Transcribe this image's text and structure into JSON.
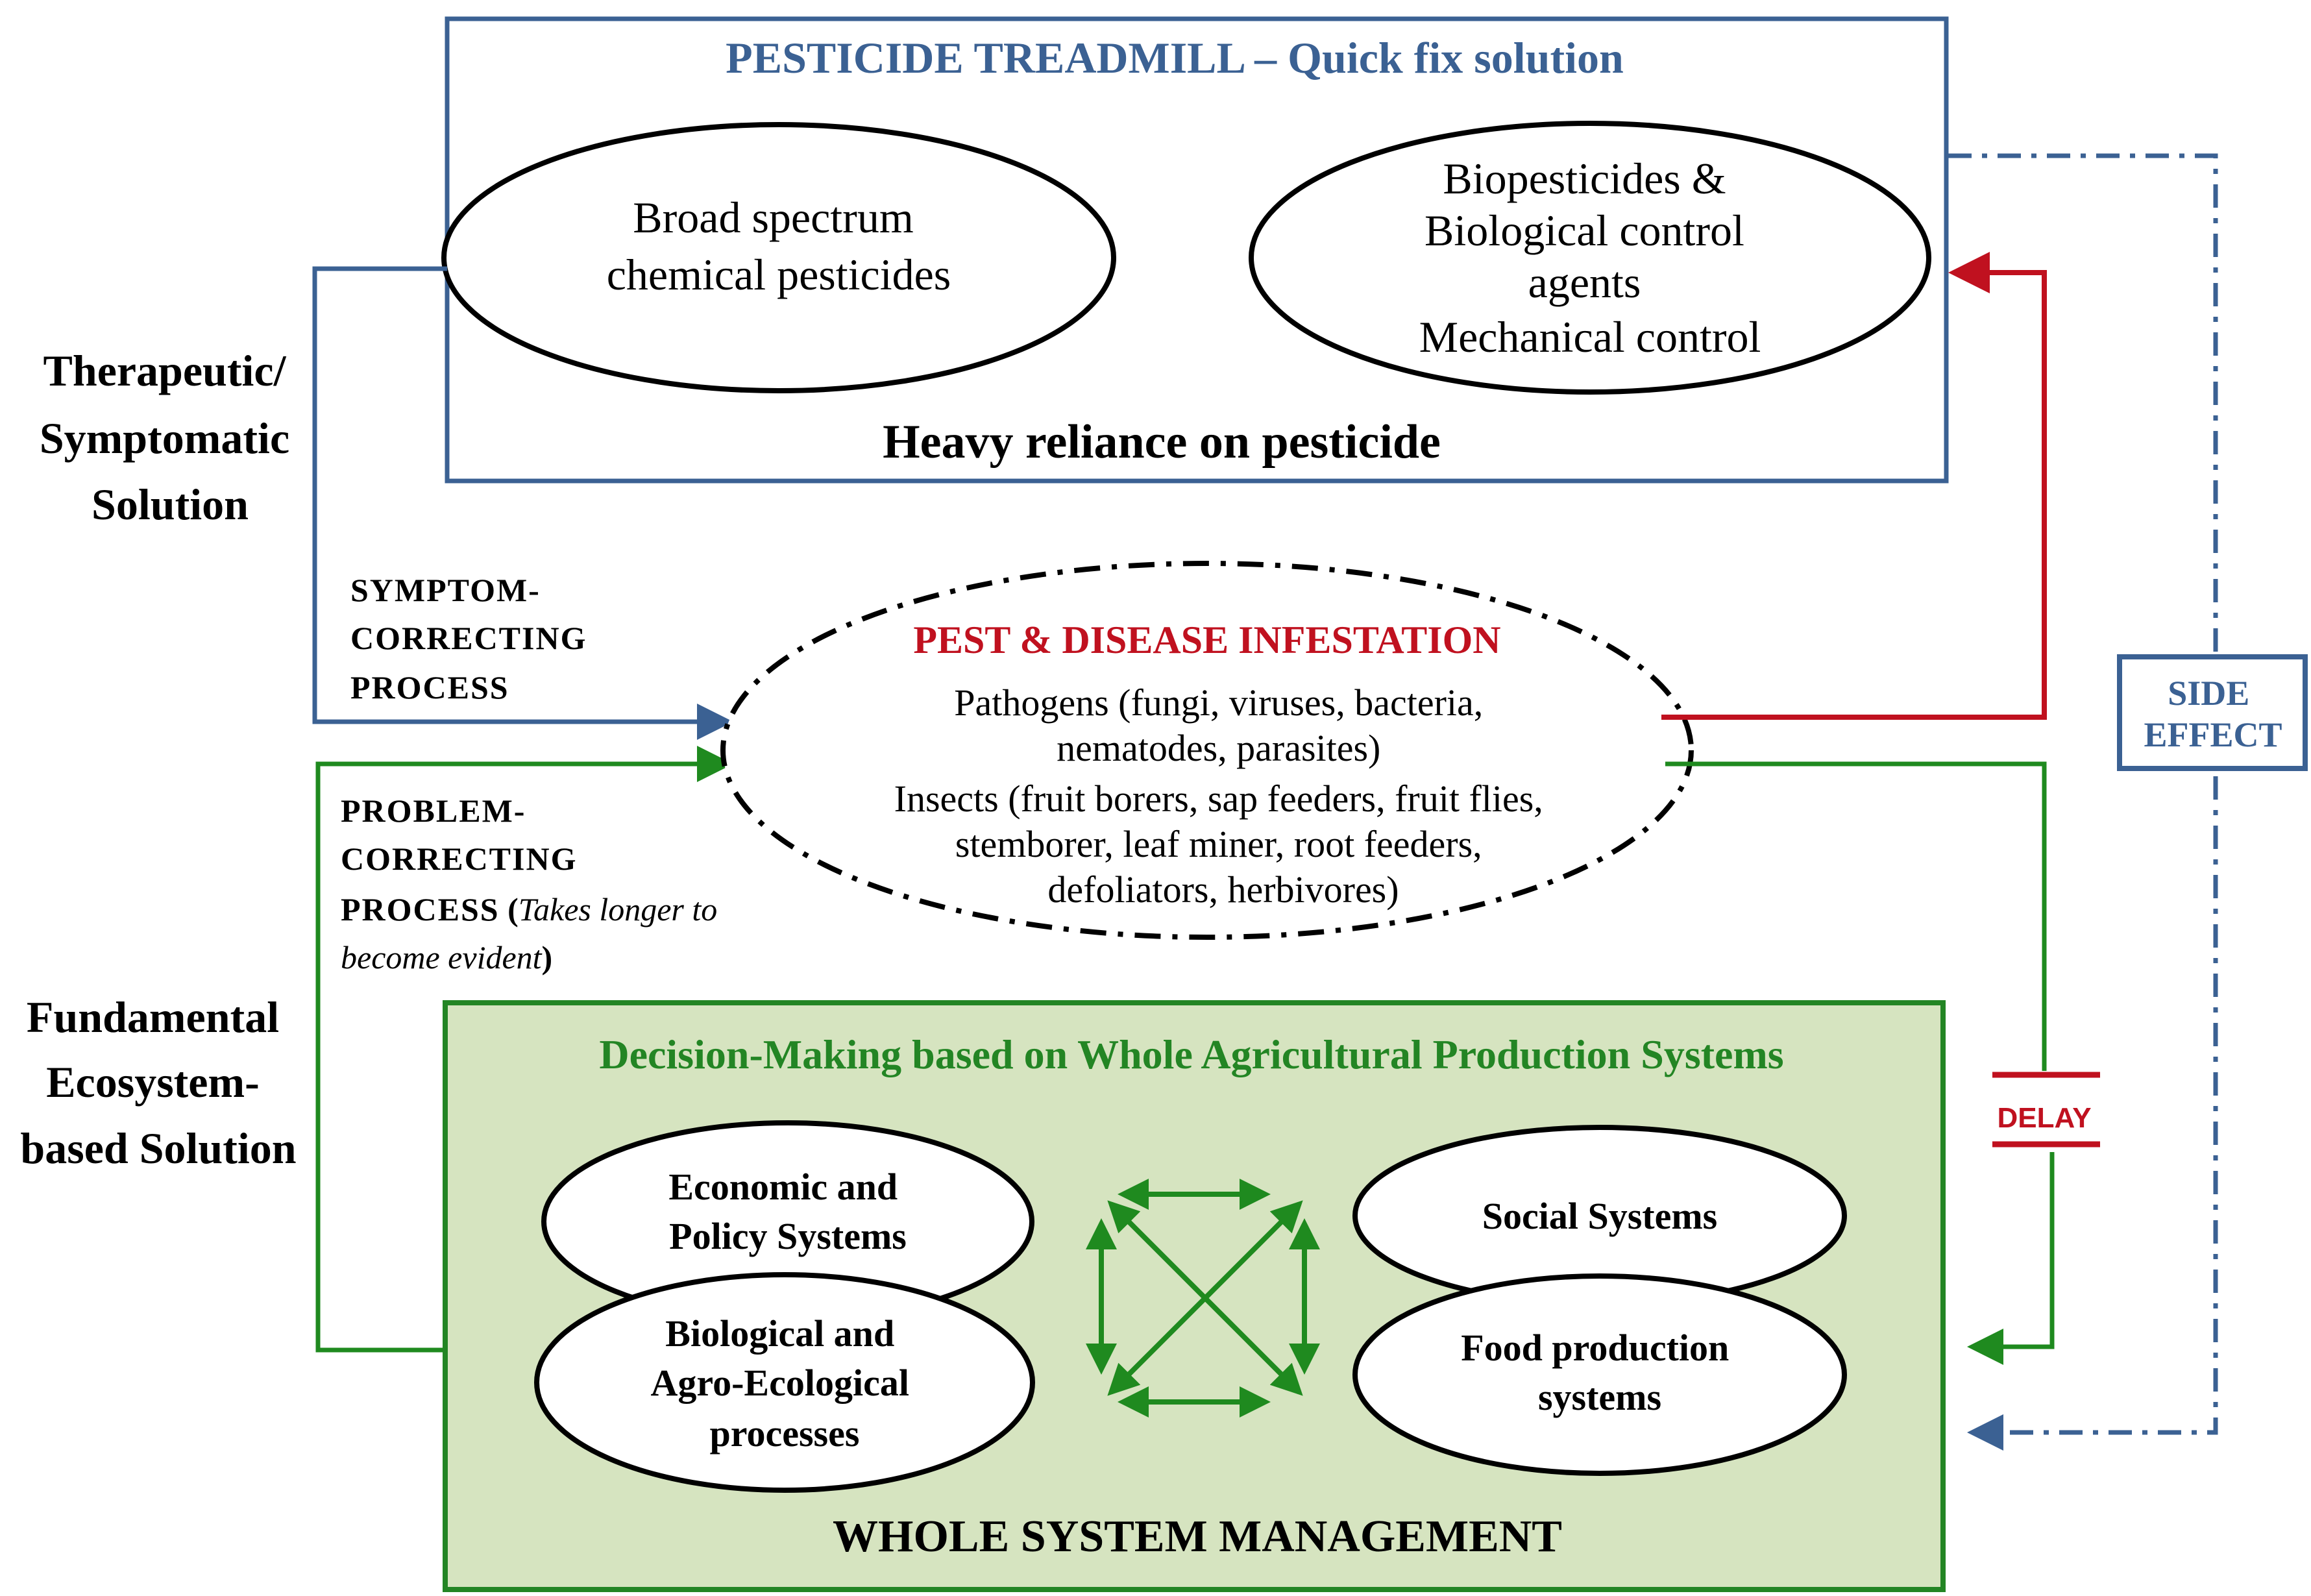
{
  "top_box": {
    "title": "PESTICIDE TREADMILL – Quick fix solution",
    "left_ellipse": [
      "Broad spectrum",
      "chemical pesticides"
    ],
    "right_ellipse": [
      "Biopesticides &",
      "Biological control",
      "agents",
      "Mechanical control"
    ],
    "footer": "Heavy reliance on pesticide"
  },
  "left_labels": {
    "therapeutic": [
      "Therapeutic/",
      "Symptomatic",
      "Solution"
    ],
    "fundamental": [
      "Fundamental",
      "Ecosystem-",
      "based Solution"
    ]
  },
  "process_labels": {
    "symptom": [
      "SYMPTOM-",
      "CORRECTING",
      "PROCESS"
    ],
    "problem": [
      "PROBLEM-",
      "CORRECTING"
    ],
    "problem_last_bold": "PROCESS",
    "problem_italic_1": "Takes longer to",
    "problem_italic_2": "become evident",
    "paren_open": " (",
    "paren_close": ")"
  },
  "center_ellipse": {
    "title": "PEST & DISEASE INFESTATION",
    "lines": [
      "Pathogens (fungi, viruses, bacteria,",
      "nematodes, parasites)",
      "Insects (fruit borers, sap feeders, fruit flies,",
      "stemborer, leaf miner, root feeders,",
      "defoliators, herbivores)"
    ]
  },
  "side_effect": [
    "SIDE",
    "EFFECT"
  ],
  "delay": "DELAY",
  "bottom_box": {
    "title": "Decision-Making based on Whole Agricultural Production Systems",
    "economic": [
      "Economic and",
      "Policy Systems"
    ],
    "biological": [
      "Biological and",
      "Agro-Ecological",
      "processes"
    ],
    "social": [
      "Social Systems"
    ],
    "food": [
      "Food production",
      "systems"
    ],
    "footer": "WHOLE SYSTEM MANAGEMENT"
  },
  "colors": {
    "blue": "#3b6193",
    "red": "#c0111f",
    "green": "#1f8a1f",
    "dark_green": "#238524",
    "panel_green": "#d6e4c0",
    "black": "#000000"
  }
}
